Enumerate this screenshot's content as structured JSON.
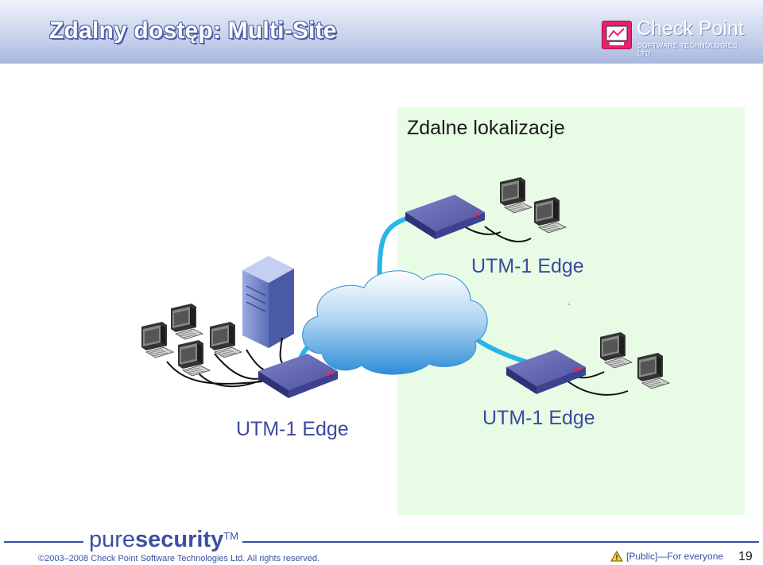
{
  "header": {
    "title": "Zdalny dostęp: Multi-Site"
  },
  "logo": {
    "name": "Check Point",
    "subtitle": "SOFTWARE TECHNOLOGIES LTD."
  },
  "panel": {
    "title": "Zdalne lokalizacje"
  },
  "labels": {
    "top_right": "UTM-1 Edge",
    "bottom_left": "UTM-1 Edge",
    "bottom_right": "UTM-1 Edge",
    "tick": "`"
  },
  "footer": {
    "brand_light": "pure",
    "brand_bold": "security",
    "brand_tm": "TM",
    "copyright": "©2003–2008 Check Point Software Technologies Ltd. All rights reserved.",
    "classification": "[Public]—For everyone",
    "page": "19"
  },
  "colors": {
    "header_text": "#ffffff",
    "brand_blue": "#3b4fa6",
    "panel_green": "#e8fce5",
    "logo_pink": "#e9206f",
    "link_cyan": "#29b5e8"
  }
}
